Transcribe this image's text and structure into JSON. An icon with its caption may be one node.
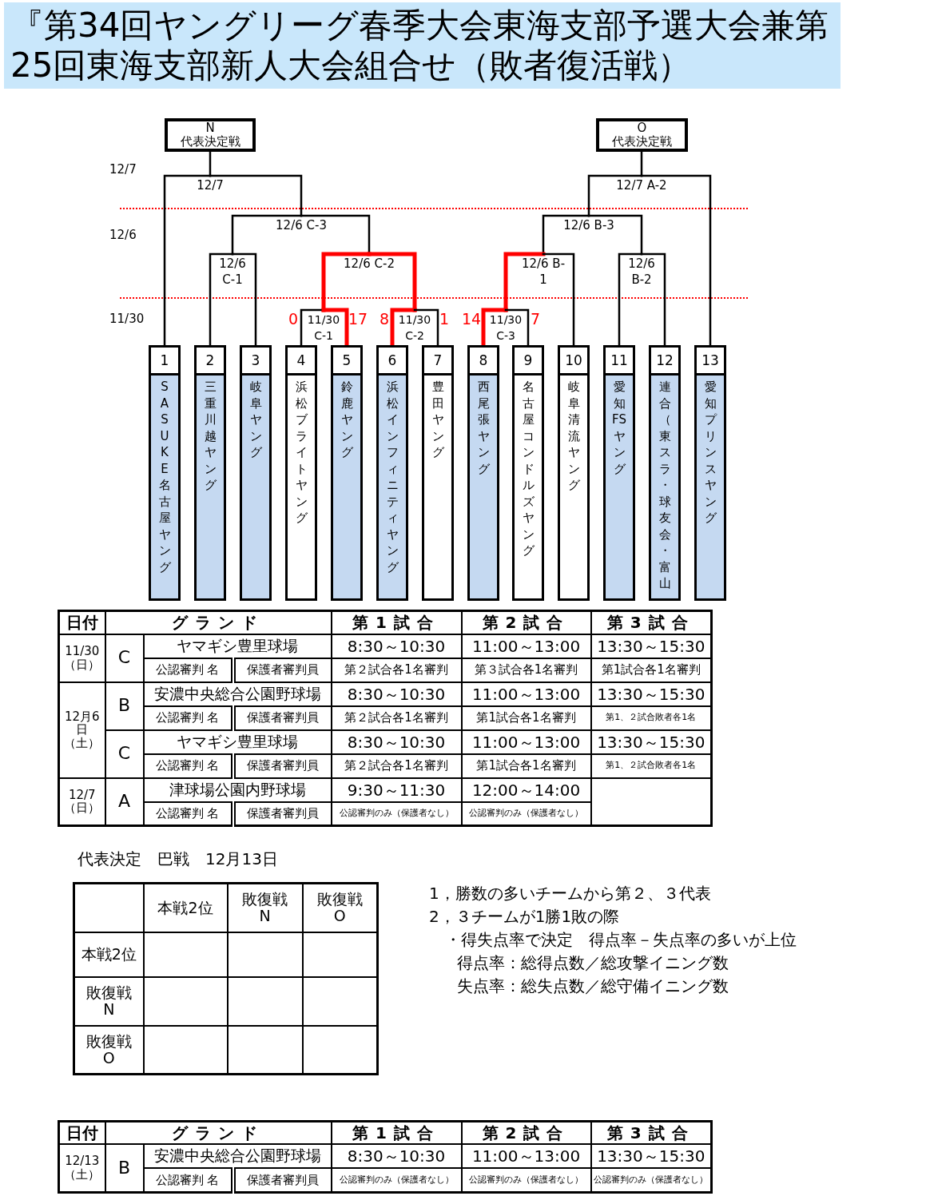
{
  "diagram": {
    "title": "『第34回ヤングリーグ春季大会東海支部予選大会兼第25回東海支部新人大会組合せ（敗者復活戦）",
    "nodes": [
      {
        "text": [
          "N",
          "代表決定戦"
        ]
      },
      {
        "text": [
          "O",
          "代表決定戦"
        ]
      },
      {
        "text": [
          "12/7"
        ]
      },
      {
        "text": [
          "12/7 A-2"
        ]
      },
      {
        "text": [
          "12/6 C-3"
        ]
      },
      {
        "text": [
          "12/6 B-3"
        ]
      },
      {
        "text": [
          "12/6 C-1"
        ]
      },
      {
        "text": [
          "12/6 C-2"
        ]
      },
      {
        "text": [
          "12/6 B-1"
        ]
      },
      {
        "text": [
          "12/6 B-2"
        ]
      },
      {
        "text": [
          "11/30 C-1"
        ]
      },
      {
        "text": [
          "11/30 C-2"
        ]
      },
      {
        "text": [
          "11/30 C-3"
        ]
      },
      {
        "text": [
          "1",
          "SASUKE名古屋ヤング"
        ]
      },
      {
        "text": [
          "2",
          "三重川越ヤング"
        ]
      },
      {
        "text": [
          "3",
          "岐阜ヤング"
        ]
      },
      {
        "text": [
          "4",
          "浜松ブライトヤング"
        ]
      },
      {
        "text": [
          "5",
          "鈴鹿ヤング"
        ]
      },
      {
        "text": [
          "6",
          "浜松インフィニティヤング"
        ]
      },
      {
        "text": [
          "7",
          "豊田ヤング"
        ]
      },
      {
        "text": [
          "8",
          "西尾張ヤング"
        ]
      },
      {
        "text": [
          "9",
          "名古屋コンドルズヤング"
        ]
      },
      {
        "text": [
          "10",
          "岐阜清流ヤング"
        ]
      },
      {
        "text": [
          "11",
          "愛知FSヤング"
        ]
      },
      {
        "text": [
          "12",
          "連合（東スラ・球友会・富山"
        ]
      },
      {
        "text": [
          "13",
          "愛知プリンスヤング"
        ]
      }
    ],
    "edges": [
      {
        "from": 2,
        "to": 0,
        "arrow": "none"
      },
      {
        "from": 3,
        "to": 1,
        "arrow": "none"
      },
      {
        "from": 13,
        "to": 2,
        "arrow": "none"
      },
      {
        "from": 4,
        "to": 2,
        "arrow": "none"
      },
      {
        "from": 5,
        "to": 3,
        "arrow": "none"
      },
      {
        "from": 25,
        "to": 3,
        "arrow": "none"
      },
      {
        "from": 6,
        "to": 4,
        "arrow": "none"
      },
      {
        "from": 7,
        "to": 4,
        "arrow": "none"
      },
      {
        "from": 8,
        "to": 5,
        "arrow": "none"
      },
      {
        "from": 9,
        "to": 5,
        "arrow": "none"
      },
      {
        "from": 14,
        "to": 6,
        "arrow": "none"
      },
      {
        "from": 15,
        "to": 6,
        "arrow": "none"
      },
      {
        "from": 10,
        "to": 7,
        "arrow": "none",
        "style": "thick",
        "color": "#ff0000"
      },
      {
        "from": 11,
        "to": 7,
        "arrow": "none",
        "style": "thick",
        "color": "#ff0000"
      },
      {
        "from": 12,
        "to": 8,
        "arrow": "none",
        "style": "thick",
        "color": "#ff0000"
      },
      {
        "from": 22,
        "to": 8,
        "arrow": "none"
      },
      {
        "from": 23,
        "to": 9,
        "arrow": "none"
      },
      {
        "from": 24,
        "to": 9,
        "arrow": "none"
      },
      {
        "from": 16,
        "to": 10,
        "arrow": "none",
        "label": "0"
      },
      {
        "from": 17,
        "to": 10,
        "arrow": "none",
        "label": "17",
        "style": "thick",
        "color": "#ff0000"
      },
      {
        "from": 18,
        "to": 11,
        "arrow": "none",
        "label": "8",
        "style": "thick",
        "color": "#ff0000"
      },
      {
        "from": 19,
        "to": 11,
        "arrow": "none",
        "label": "1"
      },
      {
        "from": 20,
        "to": 12,
        "arrow": "none",
        "label": "14",
        "style": "thick",
        "color": "#ff0000"
      },
      {
        "from": 21,
        "to": 12,
        "arrow": "none",
        "label": "7"
      }
    ],
    "labels": [
      "12/7",
      "12/6",
      "11/30",
      "日付",
      "グランド",
      "第1試合",
      "第2試合",
      "第3試合",
      "11/30（日）",
      "C",
      "ヤマギシ豊里球場",
      "8:30～10:30",
      "11:00～13:00",
      "13:30～15:30",
      "公認審判 名",
      "保護者審判員",
      "第２試合各1名審判",
      "第３試合各1名審判",
      "第1試合各1名審判",
      "12月6日（土）",
      "B",
      "安濃中央総合公園野球場",
      "8:30～10:30",
      "11:00～13:00",
      "13:30～15:30",
      "公認審判 名",
      "保護者審判員",
      "第２試合各1名審判",
      "第1試合各1名審判",
      "第1、２試合敗者各1名",
      "C",
      "ヤマギシ豊里球場",
      "8:30～10:30",
      "11:00～13:00",
      "13:30～15:30",
      "公認審判 名",
      "保護者審判員",
      "第２試合各1名審判",
      "第1試合各1名審判",
      "第1、２試合敗者各1名",
      "12/7（日）",
      "A",
      "津球場公園内野球場",
      "9:30～11:30",
      "12:00～14:00",
      "公認審判 名",
      "保護者審判員",
      "公認審判のみ（保護者なし）",
      "公認審判のみ（保護者なし）",
      "代表決定　巴戦　12月13日",
      "本戦2位",
      "敗復戦 N",
      "敗復戦 O",
      "本戦2位",
      "敗復戦 N",
      "敗復戦 O",
      "1，勝数の多いチームから第２、３代表",
      "2，３チームが1勝1敗の際",
      "・得失点率で決定　得点率－失点率の多いが上位",
      "得点率：総得点数／総攻撃イニング数",
      "失点率：総失点数／総守備イニング数",
      "日付",
      "グランド",
      "第1試合",
      "第2試合",
      "第3試合",
      "12/13（土）",
      "B",
      "安濃中央総合公園野球場",
      "8:30～10:30",
      "11:00～13:00",
      "13:30～15:30",
      "公認審判 名",
      "保護者審判員",
      "公認審判のみ（保護者なし）",
      "公認審判のみ（保護者なし）",
      "公認審判のみ（保護者なし）"
    ]
  }
}
